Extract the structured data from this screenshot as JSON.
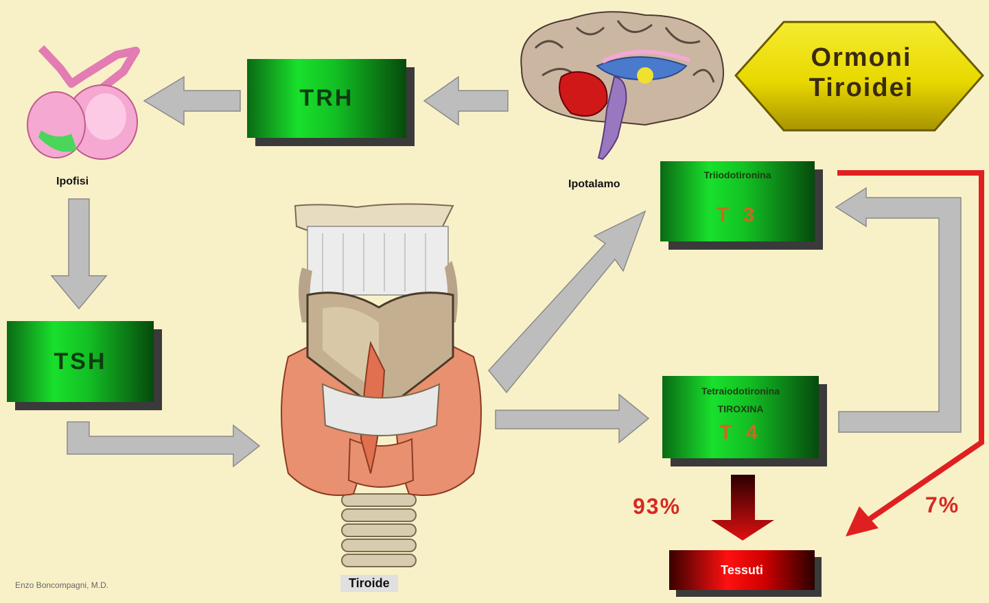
{
  "labels": {
    "trh": "TRH",
    "tsh": "TSH",
    "ipofisi": "Ipofisi",
    "ipotalamo": "Ipotalamo",
    "tiroide": "Tiroide",
    "t3_name": "Triiodotironina",
    "t3_symbol": "T 3",
    "t4_name": "Tetraiodotironina",
    "t4_sub": "TIROXINA",
    "t4_symbol": "T 4",
    "tessuti": "Tessuti",
    "pct_t4": "93%",
    "pct_t3": "7%",
    "hex_line1": "Ormoni",
    "hex_line2": "Tiroidei",
    "credit": "Enzo Boncompagni, M.D."
  },
  "colors": {
    "background": "#f8f1c8",
    "arrow_gray": "#bdbdbd",
    "arrow_red": "#e02020",
    "box_green": "#19e02c",
    "hexagon_yellow": "#f0e000"
  },
  "icons": [
    "pituitary-gland-illustration",
    "brain-illustration",
    "thyroid-gland-illustration"
  ]
}
